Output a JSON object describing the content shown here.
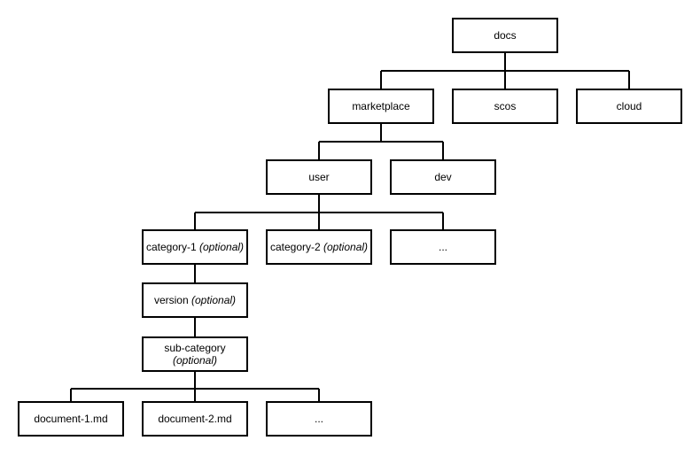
{
  "diagram": {
    "description": "Tree diagram of the docs directory structure",
    "background_color": "#ffffff",
    "box_border_color": "#000000",
    "line_color": "#000000",
    "text_color": "#000000",
    "nodes": {
      "docs": {
        "parts": [
          {
            "text": "docs"
          }
        ]
      },
      "marketplace": {
        "parts": [
          {
            "text": "marketplace"
          }
        ]
      },
      "scos": {
        "parts": [
          {
            "text": "scos"
          }
        ]
      },
      "cloud": {
        "parts": [
          {
            "text": "cloud"
          }
        ]
      },
      "user": {
        "parts": [
          {
            "text": "user"
          }
        ]
      },
      "dev": {
        "parts": [
          {
            "text": "dev"
          }
        ]
      },
      "category1": {
        "parts": [
          {
            "text": "category-1 "
          },
          {
            "text": "(optional)",
            "italic": true
          }
        ]
      },
      "category2": {
        "parts": [
          {
            "text": "category-2 "
          },
          {
            "text": "(optional)",
            "italic": true
          }
        ]
      },
      "ellipsis1": {
        "parts": [
          {
            "text": "..."
          }
        ]
      },
      "version": {
        "parts": [
          {
            "text": "version "
          },
          {
            "text": "(optional)",
            "italic": true
          }
        ]
      },
      "subcategory": {
        "parts": [
          {
            "text": "sub-category"
          },
          {
            "break": true
          },
          {
            "text": "(optional)",
            "italic": true
          }
        ]
      },
      "document1": {
        "parts": [
          {
            "text": "document-1.md"
          }
        ]
      },
      "document2": {
        "parts": [
          {
            "text": "document-2.md"
          }
        ]
      },
      "ellipsis2": {
        "parts": [
          {
            "text": "..."
          }
        ]
      }
    },
    "hierarchy": {
      "docs": {
        "marketplace": {
          "user": {
            "category-1 (optional)": {
              "version (optional)": {
                "sub-category (optional)": [
                  "document-1.md",
                  "document-2.md",
                  "..."
                ]
              }
            },
            "category-2 (optional)": {},
            "...": {}
          },
          "dev": {}
        },
        "scos": {},
        "cloud": {}
      }
    }
  }
}
